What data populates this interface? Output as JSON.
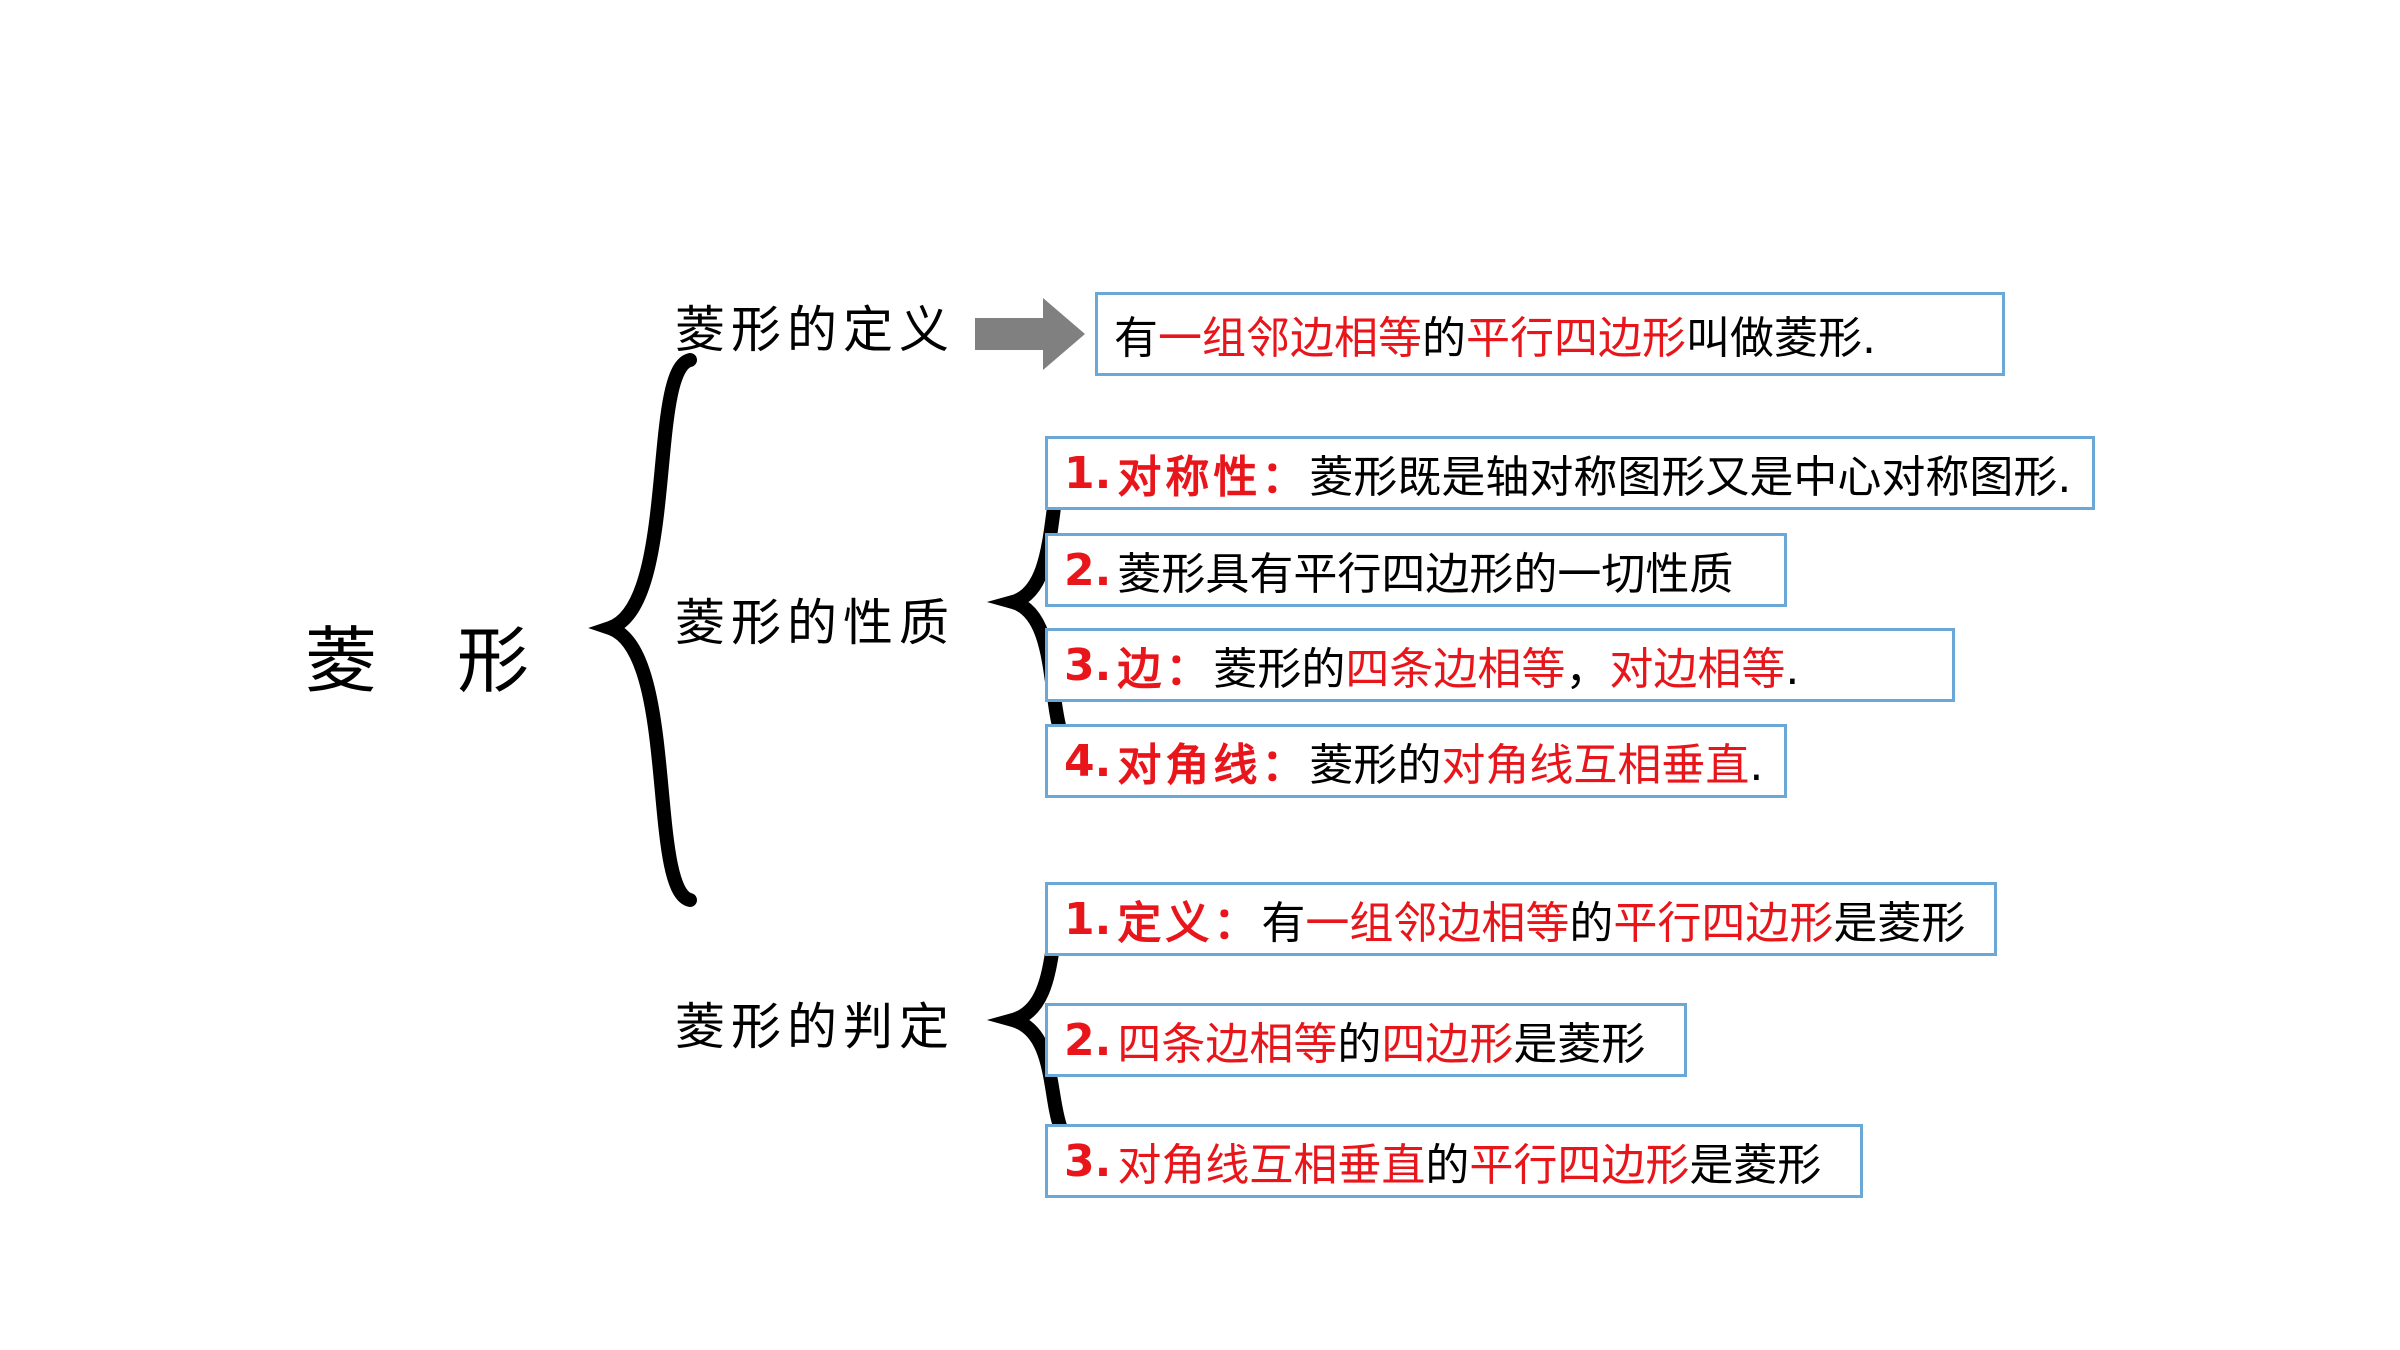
{
  "root": {
    "title": "菱形"
  },
  "branches": {
    "definition": {
      "label": "菱形的定义",
      "text": [
        {
          "t": "有",
          "red": false
        },
        {
          "t": "一组邻边相等",
          "red": true
        },
        {
          "t": "的",
          "red": false
        },
        {
          "t": "平行四边形",
          "red": true
        },
        {
          "t": "叫做菱形.",
          "red": false
        }
      ]
    },
    "properties": {
      "label": "菱形的性质",
      "items": [
        {
          "num": "1.",
          "label": "对称性：",
          "text": [
            {
              "t": "菱形既是轴对称图形又是中心对称图形.",
              "red": false
            }
          ]
        },
        {
          "num": "2.",
          "label": "",
          "text": [
            {
              "t": "菱形具有平行四边形的一切性质",
              "red": false
            }
          ]
        },
        {
          "num": "3.",
          "label": "边：",
          "text": [
            {
              "t": "菱形的",
              "red": false
            },
            {
              "t": "四条边相等",
              "red": true
            },
            {
              "t": "，",
              "red": false
            },
            {
              "t": "对边相等",
              "red": true
            },
            {
              "t": ".",
              "red": false
            }
          ]
        },
        {
          "num": "4.",
          "label": "对角线：",
          "text": [
            {
              "t": "菱形的",
              "red": false
            },
            {
              "t": "对角线互相垂直",
              "red": true
            },
            {
              "t": ".",
              "red": false
            }
          ]
        }
      ]
    },
    "criteria": {
      "label": "菱形的判定",
      "items": [
        {
          "num": "1.",
          "label": "定义：",
          "text": [
            {
              "t": "有",
              "red": false
            },
            {
              "t": "一组邻边相等",
              "red": true
            },
            {
              "t": "的",
              "red": false
            },
            {
              "t": "平行四边形",
              "red": true
            },
            {
              "t": "是菱形",
              "red": false
            }
          ]
        },
        {
          "num": "2.",
          "label": "",
          "text": [
            {
              "t": "四条边相等",
              "red": true
            },
            {
              "t": "的",
              "red": false
            },
            {
              "t": "四边形",
              "red": true
            },
            {
              "t": "是菱形",
              "red": false
            }
          ]
        },
        {
          "num": "3.",
          "label": "",
          "text": [
            {
              "t": "对角线互相垂直",
              "red": true
            },
            {
              "t": "的",
              "red": false
            },
            {
              "t": "平行四边形",
              "red": true
            },
            {
              "t": "是菱形",
              "red": false
            }
          ]
        }
      ]
    }
  },
  "colors": {
    "emphasis": "#e8151b",
    "box_border": "#6aa8d8",
    "arrow": "#808080"
  }
}
